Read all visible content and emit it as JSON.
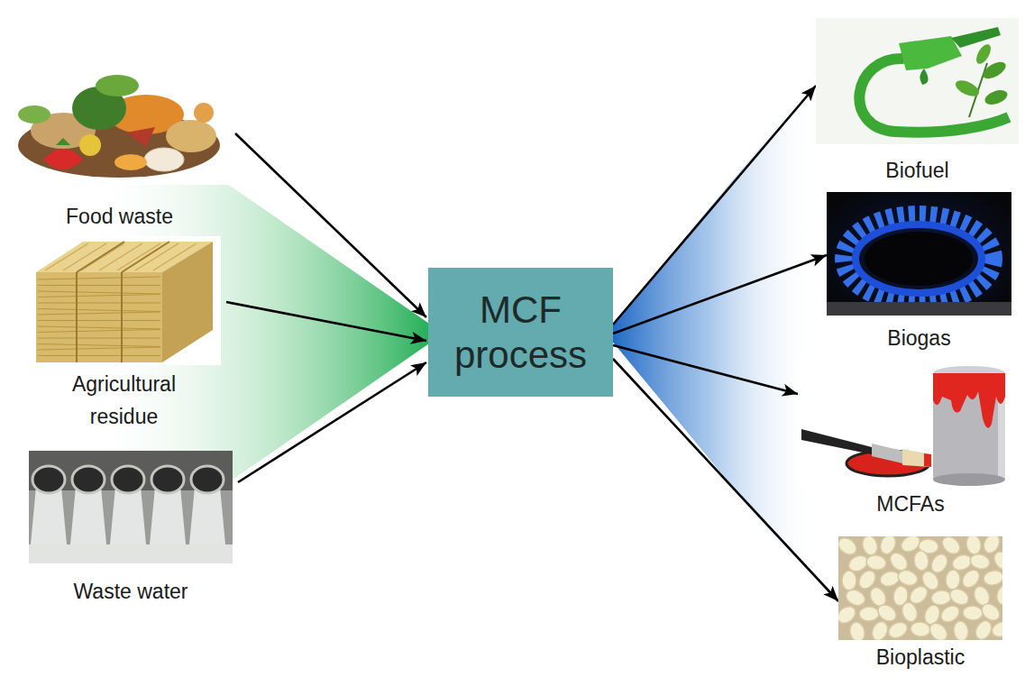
{
  "diagram": {
    "nodes": [
      {
        "text": [
          "Food waste"
        ]
      },
      {
        "text": [
          "Agricultural residue"
        ]
      },
      {
        "text": [
          "Waste water"
        ]
      },
      {
        "text": [
          "MCF process"
        ]
      },
      {
        "text": [
          "Biofuel"
        ]
      },
      {
        "text": [
          "Biogas"
        ]
      },
      {
        "text": [
          "MCFAs"
        ]
      },
      {
        "text": [
          "Bioplastic"
        ]
      }
    ],
    "edges": [
      {
        "from": 0,
        "to": 3,
        "arrow": "to"
      },
      {
        "from": 1,
        "to": 3,
        "arrow": "to"
      },
      {
        "from": 2,
        "to": 3,
        "arrow": "to"
      },
      {
        "from": 3,
        "to": 4,
        "arrow": "to"
      },
      {
        "from": 3,
        "to": 5,
        "arrow": "to"
      },
      {
        "from": 3,
        "to": 6,
        "arrow": "to"
      },
      {
        "from": 3,
        "to": 7,
        "arrow": "to"
      }
    ]
  }
}
